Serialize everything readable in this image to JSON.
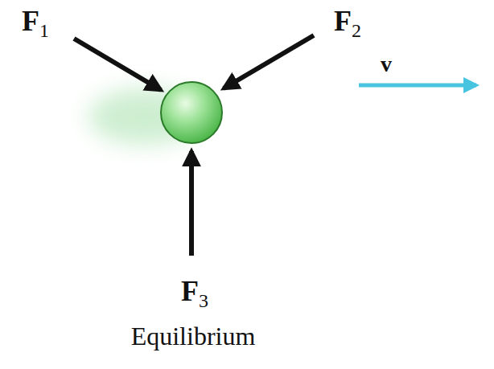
{
  "diagram": {
    "caption": "Equilibrium",
    "labels": [
      "F1",
      "F2",
      "F3",
      "v"
    ]
  }
}
